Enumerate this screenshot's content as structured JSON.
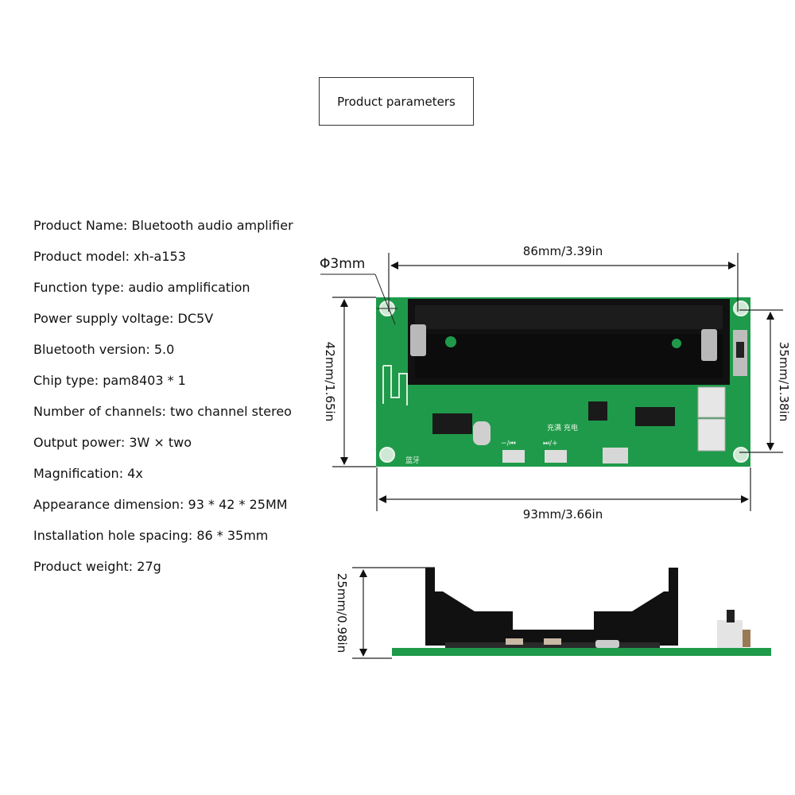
{
  "header": {
    "title": "Product parameters"
  },
  "specs": [
    {
      "label": "Product Name",
      "value": "Bluetooth audio amplifier"
    },
    {
      "label": "Product model",
      "value": "xh-a153"
    },
    {
      "label": "Function type",
      "value": "audio amplification"
    },
    {
      "label": "Power supply voltage",
      "value": "DC5V"
    },
    {
      "label": "Bluetooth version",
      "value": "5.0"
    },
    {
      "label": "Chip type",
      "value": "pam8403 * 1"
    },
    {
      "label": "Number of channels",
      "value": "two channel stereo"
    },
    {
      "label": "Output power",
      "value": "3W × two"
    },
    {
      "label": "Magnification",
      "value": "4x"
    },
    {
      "label": "Appearance dimension",
      "value": "93 * 42 * 25MM"
    },
    {
      "label": "Installation hole spacing",
      "value": "86 * 35mm"
    },
    {
      "label": "Product weight",
      "value": "27g"
    }
  ],
  "diagram": {
    "hole_diameter": "Φ3mm",
    "hole_spacing_width": "86mm/3.39in",
    "board_width": "93mm/3.66in",
    "board_height": "42mm/1.65in",
    "hole_spacing_height": "35mm/1.38in",
    "side_height": "25mm/0.98in",
    "board_labels": {
      "prev_button": "−/⏮",
      "next_button": "⏭/+",
      "charge_status": "充满 充电",
      "bluetooth": "蓝牙"
    }
  },
  "colors": {
    "pcb_green": "#1f9a4a",
    "battery_holder": "#111111",
    "line": "#222222"
  }
}
